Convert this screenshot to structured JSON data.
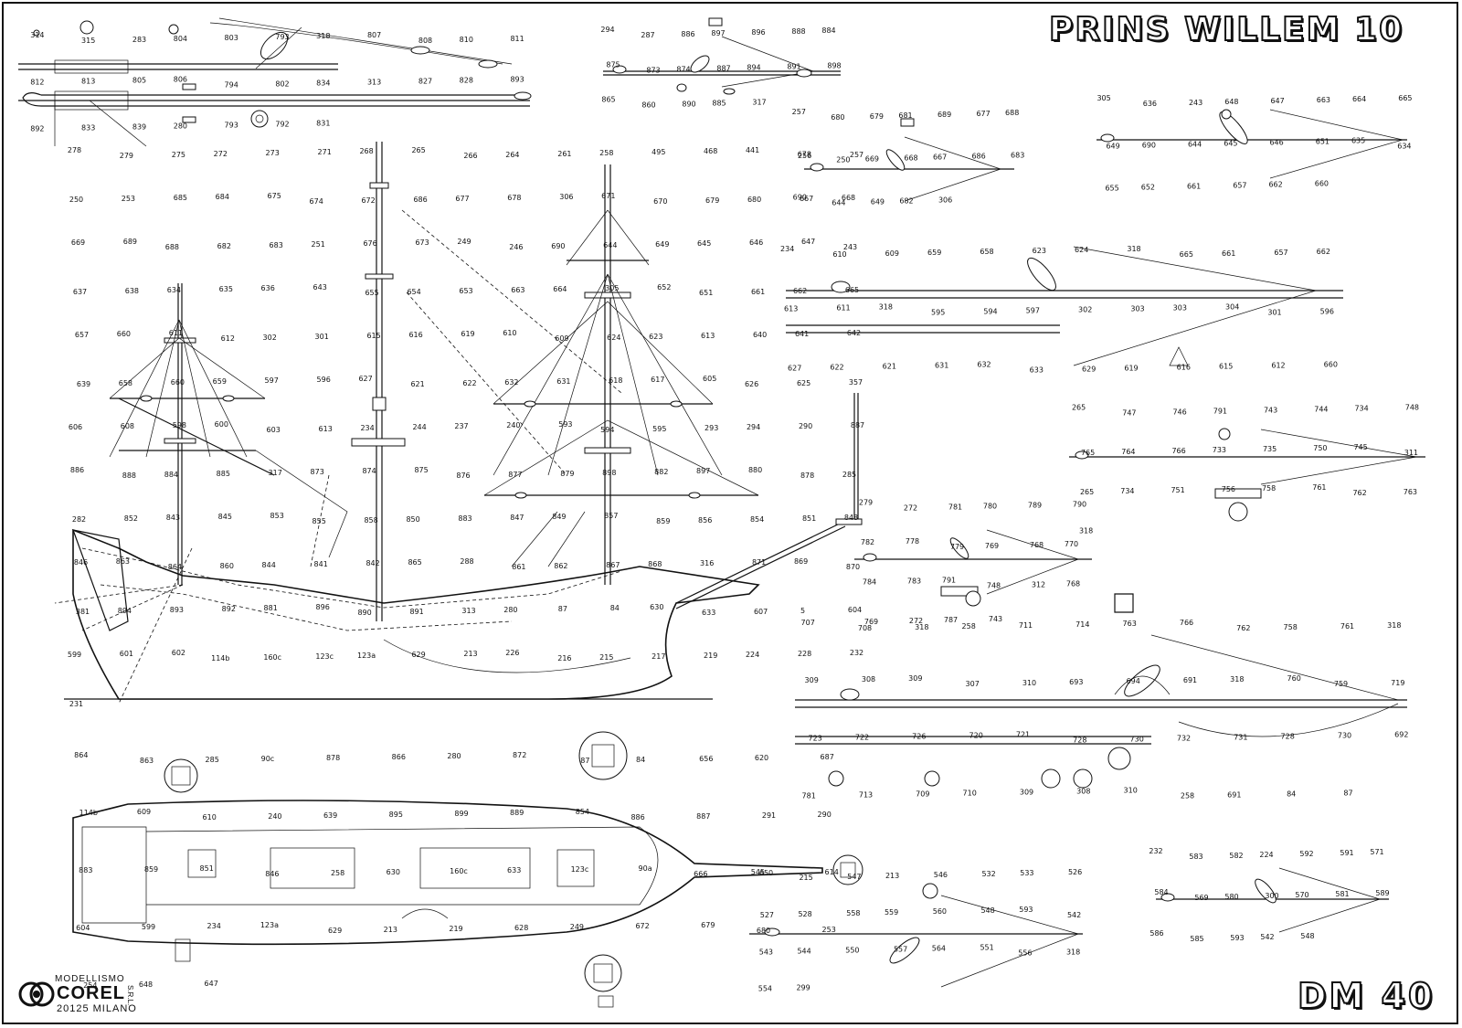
{
  "title": "PRINS WILLEM 10",
  "sheet_code": "DM 40",
  "publisher": {
    "top": "MODELLISMO",
    "name": "COREL",
    "suffix": "S.R.L.",
    "city": "20125 MILANO"
  },
  "labels": {
    "bowsprit_top": [
      "314",
      "315",
      "283",
      "804",
      "803",
      "793",
      "318",
      "807",
      "808",
      "810",
      "811",
      "812",
      "813",
      "805",
      "806",
      "794",
      "802",
      "834",
      "313",
      "827",
      "828",
      "893",
      "892",
      "833",
      "839",
      "280",
      "793",
      "792",
      "831"
    ],
    "mizzen_detail": [
      "294",
      "287",
      "886",
      "897",
      "896",
      "888",
      "884",
      "875",
      "873",
      "874",
      "887",
      "894",
      "891",
      "898",
      "865",
      "860",
      "890",
      "885",
      "317"
    ],
    "ship_main": [
      "278",
      "279",
      "275",
      "272",
      "273",
      "271",
      "268",
      "265",
      "266",
      "264",
      "261",
      "258",
      "495",
      "468",
      "441",
      "256",
      "257",
      "250",
      "253",
      "685",
      "684",
      "675",
      "674",
      "672",
      "686",
      "677",
      "678",
      "306",
      "671",
      "670",
      "679",
      "680",
      "667",
      "668",
      "669",
      "689",
      "688",
      "682",
      "683",
      "251",
      "676",
      "673",
      "249",
      "246",
      "690",
      "644",
      "649",
      "645",
      "646",
      "647",
      "243",
      "637",
      "638",
      "634",
      "635",
      "636",
      "643",
      "655",
      "654",
      "653",
      "663",
      "664",
      "305",
      "652",
      "651",
      "661",
      "662",
      "665",
      "657",
      "660",
      "611",
      "612",
      "302",
      "301",
      "615",
      "616",
      "619",
      "610",
      "609",
      "624",
      "623",
      "613",
      "640",
      "641",
      "642",
      "639",
      "658",
      "660",
      "659",
      "597",
      "596",
      "627",
      "621",
      "622",
      "632",
      "631",
      "618",
      "617",
      "605",
      "626",
      "625",
      "357",
      "606",
      "608",
      "598",
      "600",
      "603",
      "613",
      "234",
      "244",
      "237",
      "240",
      "593",
      "594",
      "595",
      "293",
      "294",
      "290",
      "887",
      "886",
      "888",
      "884",
      "885",
      "317",
      "873",
      "874",
      "875",
      "876",
      "877",
      "879",
      "898",
      "882",
      "897",
      "880",
      "878",
      "285",
      "282",
      "852",
      "843",
      "845",
      "853",
      "855",
      "858",
      "850",
      "883",
      "847",
      "849",
      "857",
      "859",
      "856",
      "854",
      "851",
      "848",
      "846",
      "863",
      "864",
      "860",
      "844",
      "841",
      "842",
      "865",
      "288",
      "861",
      "862",
      "867",
      "868",
      "316",
      "871",
      "869",
      "870",
      "381",
      "894",
      "893",
      "892",
      "881",
      "896",
      "890",
      "891",
      "313",
      "280",
      "87",
      "84",
      "630",
      "633",
      "607",
      "5",
      "604",
      "599",
      "601",
      "602",
      "114b",
      "160c",
      "123c",
      "123a",
      "629",
      "213",
      "226",
      "216",
      "215",
      "217",
      "219",
      "224",
      "228",
      "232",
      "231"
    ],
    "deck_plan": [
      "864",
      "863",
      "285",
      "90c",
      "878",
      "866",
      "280",
      "872",
      "87",
      "84",
      "656",
      "620",
      "687",
      "114b",
      "609",
      "610",
      "240",
      "639",
      "895",
      "899",
      "889",
      "854",
      "886",
      "887",
      "291",
      "290",
      "883",
      "859",
      "851",
      "846",
      "258",
      "630",
      "160c",
      "633",
      "123c",
      "90a",
      "666",
      "650",
      "614",
      "604",
      "599",
      "234",
      "123a",
      "629",
      "213",
      "219",
      "628",
      "249",
      "672",
      "679",
      "680",
      "253",
      "254",
      "648",
      "647"
    ],
    "fore_details": [
      "257",
      "680",
      "679",
      "681",
      "689",
      "677",
      "688",
      "678",
      "250",
      "669",
      "668",
      "667",
      "686",
      "683",
      "690",
      "644",
      "649",
      "682",
      "306"
    ],
    "main_yard_upper": [
      "305",
      "636",
      "243",
      "648",
      "647",
      "663",
      "664",
      "665",
      "649",
      "690",
      "644",
      "645",
      "646",
      "651",
      "635",
      "634",
      "655",
      "652",
      "661",
      "657",
      "662",
      "660"
    ],
    "main_yard": [
      "234",
      "610",
      "609",
      "659",
      "658",
      "623",
      "624",
      "318",
      "665",
      "661",
      "657",
      "662",
      "613",
      "611",
      "318",
      "595",
      "594",
      "597",
      "302",
      "303",
      "303",
      "304",
      "301",
      "596",
      "627",
      "622",
      "621",
      "631",
      "632",
      "633",
      "629",
      "619",
      "616",
      "615",
      "612",
      "660"
    ],
    "mizzen_yard": [
      "265",
      "747",
      "746",
      "791",
      "743",
      "744",
      "734",
      "748",
      "765",
      "764",
      "766",
      "733",
      "735",
      "750",
      "745",
      "311",
      "265",
      "734",
      "751",
      "756",
      "758",
      "761",
      "762",
      "763",
      "318"
    ],
    "crossjack": [
      "279",
      "272",
      "781",
      "780",
      "789",
      "790",
      "782",
      "778",
      "779",
      "769",
      "768",
      "770",
      "784",
      "783",
      "791",
      "748",
      "312",
      "768",
      "769",
      "272",
      "787",
      "743"
    ],
    "spritsail": [
      "707",
      "708",
      "318",
      "258",
      "711",
      "714",
      "763",
      "766",
      "762",
      "758",
      "761",
      "318",
      "309",
      "308",
      "309",
      "307",
      "310",
      "693",
      "694",
      "691",
      "318",
      "760",
      "759",
      "719",
      "723",
      "722",
      "726",
      "720",
      "721",
      "728",
      "730",
      "732",
      "731",
      "728",
      "730",
      "692",
      "781",
      "713",
      "709",
      "710",
      "309",
      "308",
      "310",
      "258",
      "691",
      "84",
      "87"
    ],
    "spritsail_top": [
      "232",
      "583",
      "582",
      "224",
      "592",
      "591",
      "571",
      "584",
      "569",
      "580",
      "300",
      "570",
      "581",
      "589",
      "586",
      "585",
      "593",
      "542",
      "548"
    ],
    "fore_lower": [
      "545",
      "215",
      "547",
      "213",
      "546",
      "532",
      "533",
      "526",
      "527",
      "528",
      "558",
      "559",
      "560",
      "548",
      "593",
      "542",
      "543",
      "544",
      "550",
      "557",
      "564",
      "551",
      "556",
      "318",
      "554",
      "299"
    ]
  }
}
